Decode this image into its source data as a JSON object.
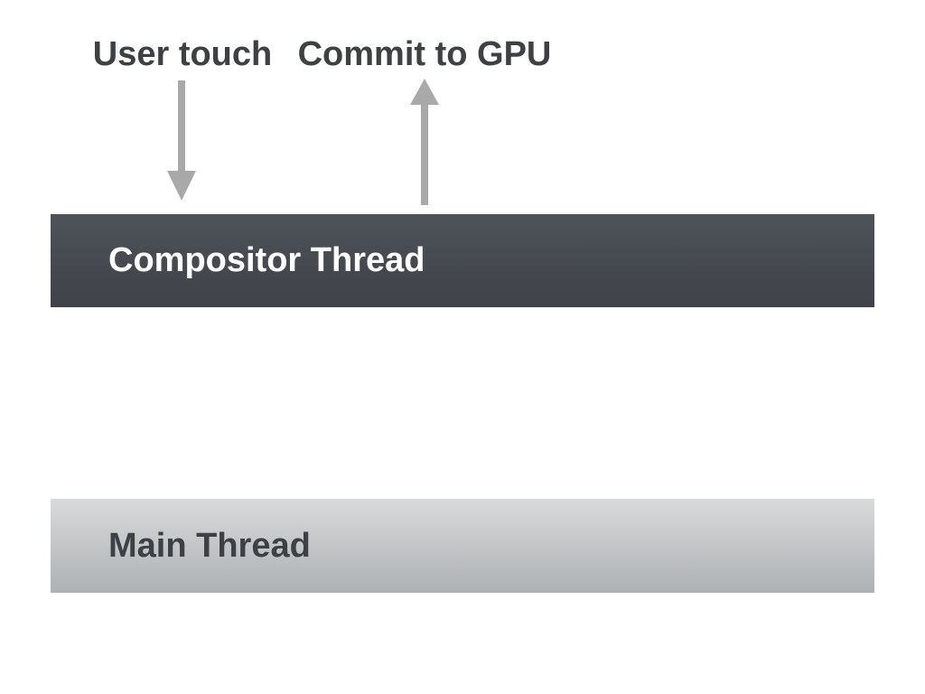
{
  "diagram": {
    "annotations": {
      "user_touch": {
        "label": "User touch",
        "direction": "down"
      },
      "commit_to_gpu": {
        "label": "Commit to GPU",
        "direction": "up"
      }
    },
    "threads": {
      "compositor": {
        "label": "Compositor Thread"
      },
      "main": {
        "label": "Main Thread"
      }
    }
  },
  "colors": {
    "canvas-bg": "#ffffff",
    "title-text": "#3e4144",
    "arrow": "#a9a9a9",
    "compositor-top": "#4e535a",
    "compositor-bottom": "#3e4247",
    "compositor-text": "#ffffff",
    "main-top": "#d8dadb",
    "main-bottom": "#aeb1b3",
    "main-text": "#3d4145"
  }
}
